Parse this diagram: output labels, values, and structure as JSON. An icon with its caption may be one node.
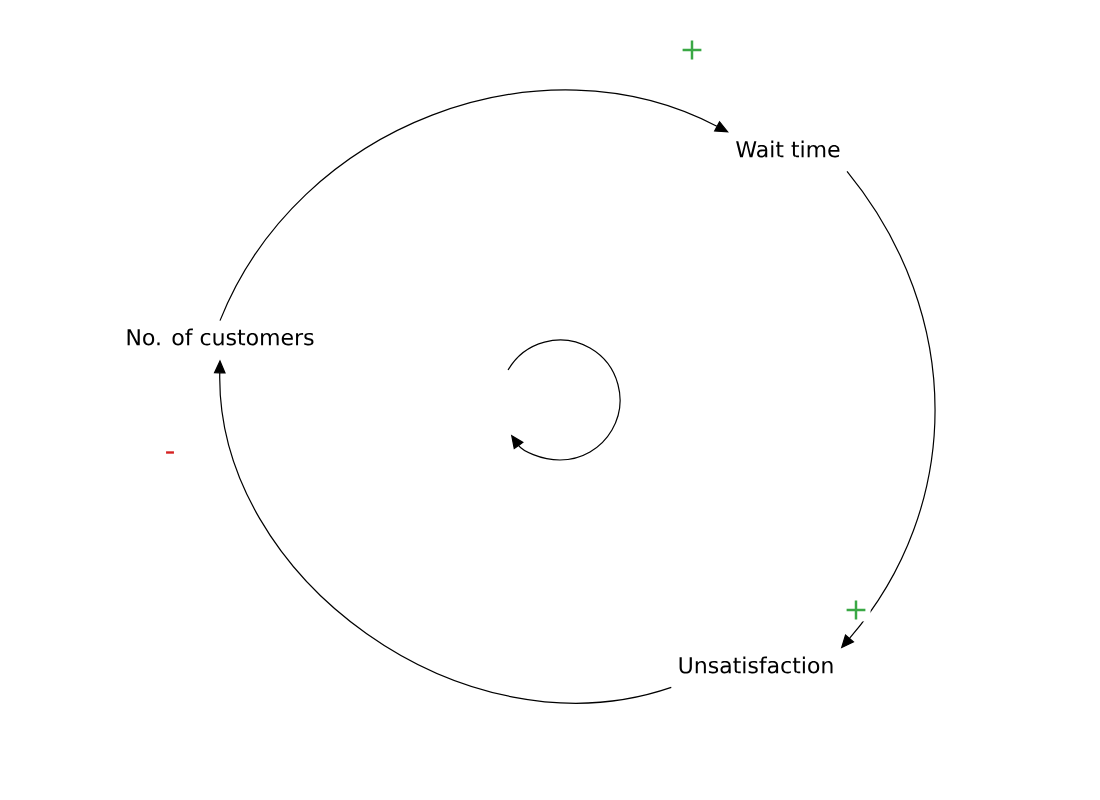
{
  "diagram": {
    "nodes": [
      {
        "text": [
          "No. of customers"
        ]
      },
      {
        "text": [
          "Wait time"
        ]
      },
      {
        "text": [
          "Unsatisfaction"
        ]
      }
    ],
    "edges": [
      {
        "from": 0,
        "to": 1,
        "arrow": "to",
        "label": "+"
      },
      {
        "from": 1,
        "to": 2,
        "arrow": "to",
        "label": "+"
      },
      {
        "from": 2,
        "to": 0,
        "arrow": "to",
        "label": "-"
      }
    ]
  }
}
